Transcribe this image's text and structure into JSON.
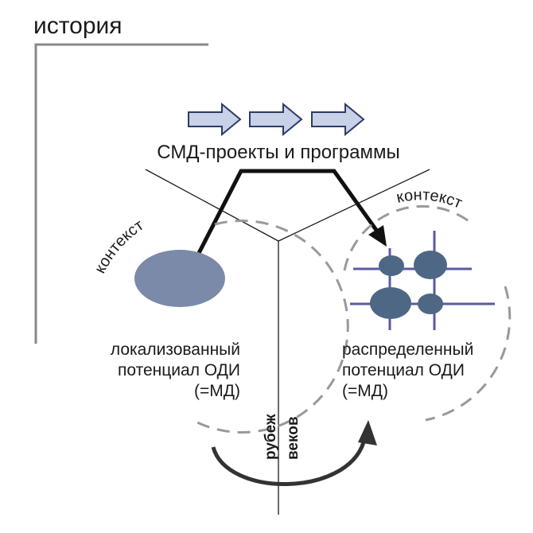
{
  "header": {
    "title": "история"
  },
  "top": {
    "title": "СМД-проекты и программы"
  },
  "left": {
    "context_label": "контекст",
    "caption": [
      "локализованный",
      "потенциал ОДИ",
      "(=МД)"
    ]
  },
  "right": {
    "context_label": "контекст",
    "caption": [
      "распределенный",
      "потенциал ОДИ",
      "(=МД)"
    ]
  },
  "center": {
    "label_line1": "рубеж",
    "label_line2": "веков"
  },
  "colors": {
    "accent_fill": "#7b8aa8",
    "node_fill": "#4e6785",
    "grid_line": "#5a5aa0",
    "arrow_fill": "#c9d1e6",
    "arrow_stroke": "#2c3a66",
    "dashed": "#999999",
    "ink": "#1a1a1a"
  }
}
